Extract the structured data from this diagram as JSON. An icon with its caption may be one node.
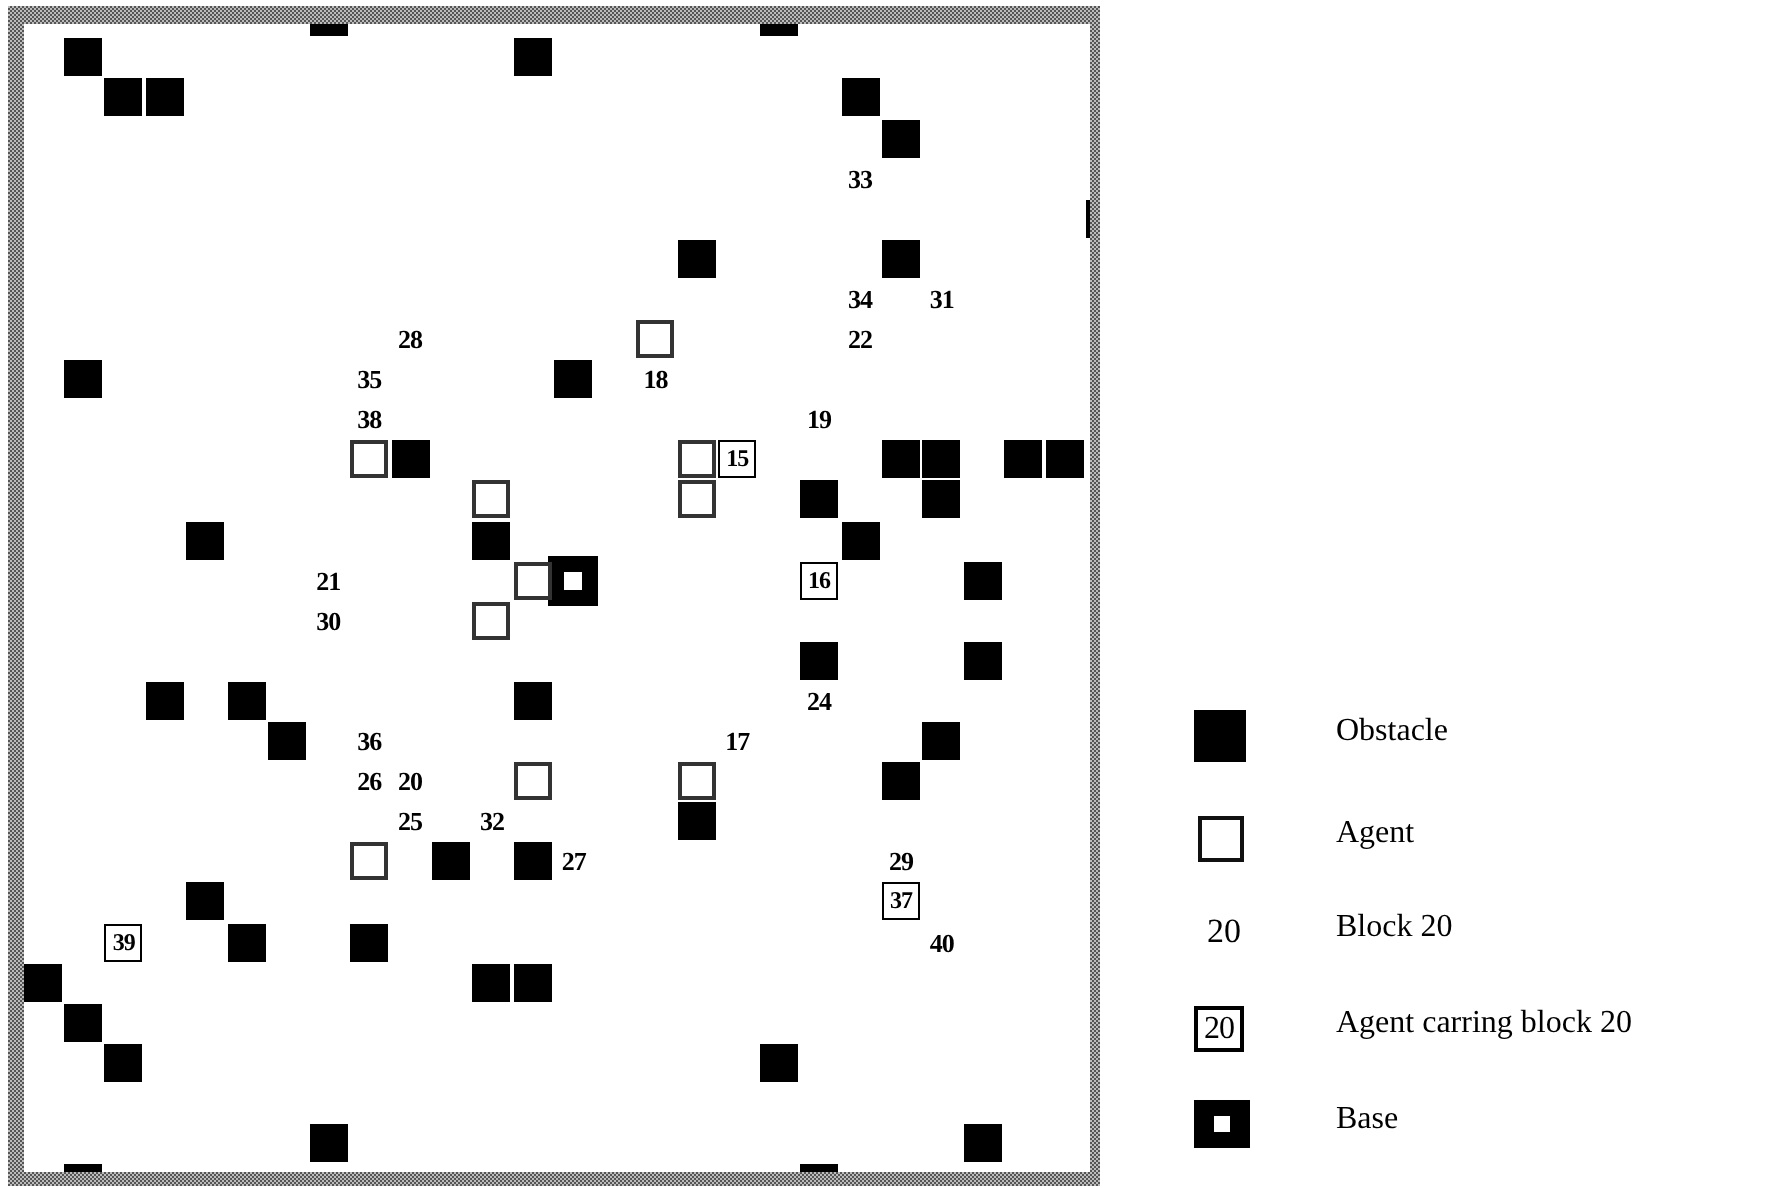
{
  "diagram": {
    "nodes": [
      {
        "text": [],
        "shape": "box"
      },
      {
        "text": [],
        "shape": "box"
      },
      {
        "text": [],
        "shape": "box"
      },
      {
        "text": [
          "15"
        ]
      },
      {
        "text": [],
        "shape": "box"
      },
      {
        "text": [],
        "shape": "box"
      },
      {
        "text": [],
        "shape": "box"
      },
      {
        "text": [
          "16"
        ]
      },
      {
        "text": [],
        "shape": "box"
      },
      {
        "text": [],
        "shape": "box"
      },
      {
        "text": [],
        "shape": "box"
      },
      {
        "text": [],
        "shape": "box"
      },
      {
        "text": [
          "37"
        ]
      },
      {
        "text": [
          "39"
        ]
      }
    ],
    "labels": [
      "33",
      "34",
      "31",
      "28",
      "22",
      "35",
      "18",
      "38",
      "19",
      "21",
      "30",
      "24",
      "36",
      "17",
      "26",
      "20",
      "25",
      "32",
      "27",
      "29",
      "40",
      "20",
      "20"
    ],
    "legend": [
      {
        "text": "Obstacle",
        "color": "#000000"
      },
      {
        "text": "Agent"
      },
      {
        "text": "Block 20"
      },
      {
        "text": "Agent carring block 20"
      },
      {
        "text": "Base"
      }
    ]
  }
}
